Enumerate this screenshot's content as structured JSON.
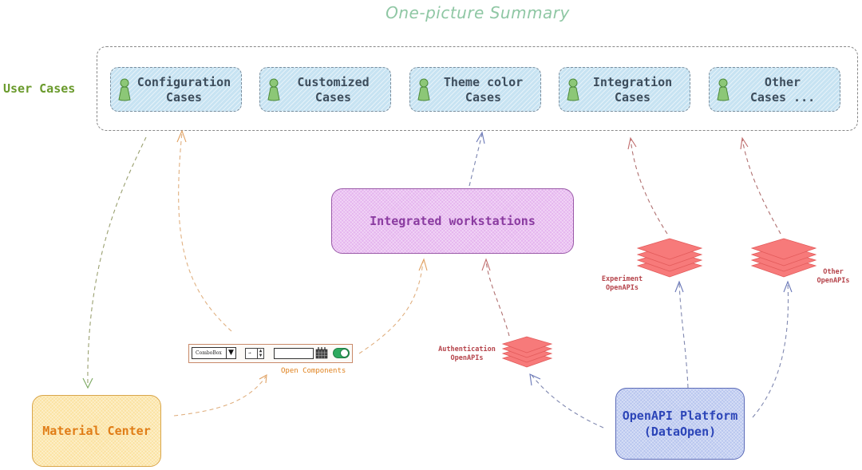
{
  "title": "One-picture Summary",
  "user_cases": {
    "label": "User Cases",
    "items": [
      {
        "label": "Configuration\nCases",
        "icon": "person-icon"
      },
      {
        "label": "Customized\nCases",
        "icon": "person-icon"
      },
      {
        "label": "Theme color\nCases",
        "icon": "person-icon"
      },
      {
        "label": "Integration\nCases",
        "icon": "person-icon"
      },
      {
        "label": "Other\nCases ...",
        "icon": "person-icon"
      }
    ]
  },
  "nodes": {
    "integrated_workstations": "Integrated workstations",
    "material_center": "Material Center",
    "openapi_platform": "OpenAPI Platform\n(DataOpen)"
  },
  "open_components": {
    "label": "Open Components",
    "combo_value": "ComboBox",
    "combo_icon": "dropdown-arrow-icon",
    "stepper_value": "→",
    "stepper_icon": "stepper-arrows-icon",
    "text_value": "",
    "calendar_icon": "calendar-icon",
    "toggle_on": true
  },
  "openapis": {
    "authentication": "Authentication\nOpenAPIs",
    "experiment": "Experiment\nOpenAPIs",
    "other": "Other\nOpenAPIs",
    "icon": "layers-stack-icon"
  },
  "colors": {
    "title": "#8fc7a4",
    "user_cases_label": "#6a9a2c",
    "case_fill": "#c7e3f2",
    "integrated_fill": "#e5b4ee",
    "material_fill": "#fbe2a0",
    "openapi_fill": "#b7c5ee",
    "layers_fill": "#f77a7a",
    "arrow_orange": "#e0a060",
    "arrow_green": "#7aa860",
    "arrow_blue": "#6a78b8",
    "arrow_red": "#c06a6a"
  }
}
